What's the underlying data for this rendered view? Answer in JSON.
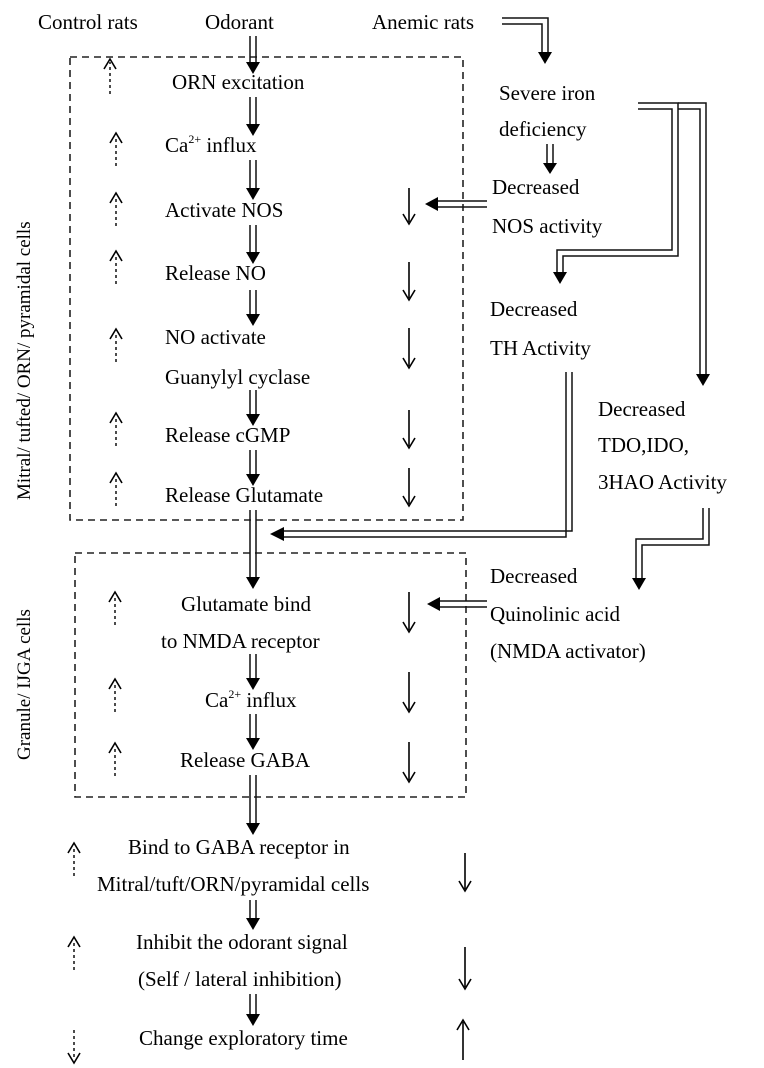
{
  "header": {
    "control": "Control rats",
    "odorant": "Odorant",
    "anemic": "Anemic rats"
  },
  "side_labels": {
    "top": "Mitral/ tufted/ ORN/ pyramidal cells",
    "bottom": "Granule/ IJGA cells"
  },
  "steps": {
    "orn": "ORN excitation",
    "ca1_pre": "Ca",
    "ca1_sup": "2+",
    "ca1_post": " influx",
    "nos": "Activate NOS",
    "no": "Release NO",
    "gc_line1": "NO activate",
    "gc_line2": "Guanylyl cyclase",
    "cgmp": "Release cGMP",
    "glu": "Release Glutamate",
    "nmda_line1": "Glutamate bind",
    "nmda_line2": "to NMDA receptor",
    "ca2_pre": "Ca",
    "ca2_sup": "2+",
    "ca2_post": " influx",
    "gaba": "Release GABA",
    "gabar_line1": "Bind to GABA receptor in",
    "gabar_line2": "Mitral/tuft/ORN/pyramidal cells",
    "inhib_line1": "Inhibit the odorant signal",
    "inhib_line2": "(Self / lateral inhibition)",
    "explore": "Change exploratory time"
  },
  "anemic_path": {
    "iron_line1": "Severe iron",
    "iron_line2": "deficiency",
    "nos_line1": "Decreased",
    "nos_line2": "NOS activity",
    "th_line1": "Decreased",
    "th_line2": "TH Activity",
    "tdo_line1": "Decreased",
    "tdo_line2": "TDO,IDO,",
    "tdo_line3": "3HAO Activity",
    "qa_line1": "Decreased",
    "qa_line2": "Quinolinic acid",
    "qa_line3": "(NMDA activator)"
  }
}
